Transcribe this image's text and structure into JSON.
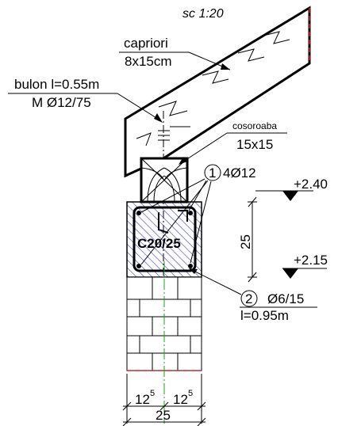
{
  "scale_label": "sc 1:20",
  "rafter": {
    "name": "capriori",
    "size": "8x15cm"
  },
  "bolt": {
    "name": "bulon l=0.55m",
    "spec": "M Ø12/75"
  },
  "wall_plate": {
    "name": "cosoroaba",
    "size": "15x15"
  },
  "rebar_long": {
    "mark": "1",
    "spec": "4Ø12"
  },
  "stirrup": {
    "mark": "2",
    "spec": "Ø6/15",
    "length": "l=0.95m"
  },
  "concrete_class": "C20/25",
  "levels": {
    "top": "+2.40",
    "bottom": "+2.15"
  },
  "beam_height": "25",
  "width_dims": {
    "left_main": "12",
    "left_sup": "5",
    "right_main": "12",
    "right_sup": "5",
    "total": "25"
  },
  "colors": {
    "hatch": "#3b3bd6",
    "axis": "#1aa31a",
    "cut_line": "#e02020",
    "line": "#000000"
  }
}
